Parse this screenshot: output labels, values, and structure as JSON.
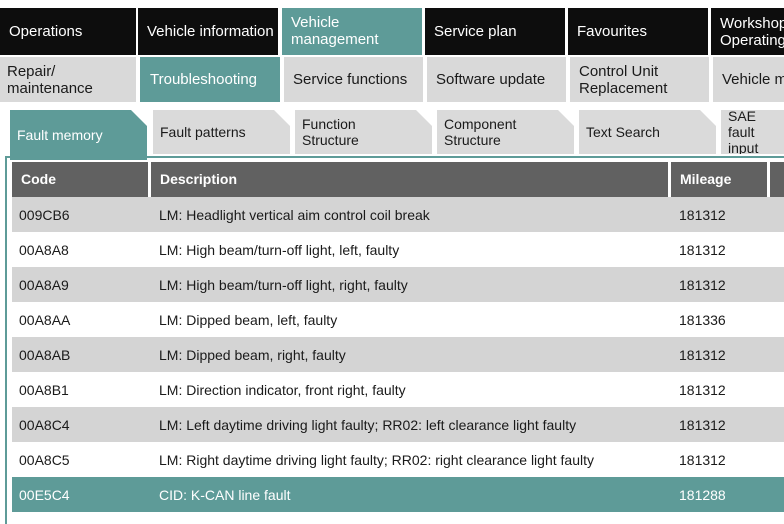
{
  "nav_main": [
    {
      "label": "Operations"
    },
    {
      "label": "Vehicle information"
    },
    {
      "label": "Vehicle\nmanagement"
    },
    {
      "label": "Service plan"
    },
    {
      "label": "Favourites"
    },
    {
      "label": "Workshop\nOperating"
    }
  ],
  "nav_sub": [
    {
      "label": "Repair/\nmaintenance"
    },
    {
      "label": "Troubleshooting"
    },
    {
      "label": "Service functions"
    },
    {
      "label": "Software update"
    },
    {
      "label": "Control Unit\nReplacement"
    },
    {
      "label": "Vehicle m"
    }
  ],
  "nav_func": [
    {
      "label": "Fault memory"
    },
    {
      "label": "Fault patterns"
    },
    {
      "label": "Function\nStructure"
    },
    {
      "label": "Component\nStructure"
    },
    {
      "label": "Text Search"
    },
    {
      "label": "SAE fault\ninput"
    }
  ],
  "table": {
    "headers": {
      "code": "Code",
      "description": "Description",
      "mileage": "Mileage"
    },
    "rows": [
      {
        "code": "009CB6",
        "description": "LM: Headlight vertical aim control coil break",
        "mileage": "181312"
      },
      {
        "code": "00A8A8",
        "description": "LM: High beam/turn-off light, left, faulty",
        "mileage": "181312"
      },
      {
        "code": "00A8A9",
        "description": "LM: High beam/turn-off light, right, faulty",
        "mileage": "181312"
      },
      {
        "code": "00A8AA",
        "description": "LM: Dipped beam, left, faulty",
        "mileage": "181336"
      },
      {
        "code": "00A8AB",
        "description": "LM: Dipped beam, right, faulty",
        "mileage": "181312"
      },
      {
        "code": "00A8B1",
        "description": "LM: Direction indicator, front right, faulty",
        "mileage": "181312"
      },
      {
        "code": "00A8C4",
        "description": "LM: Left daytime driving light faulty; RR02: left clearance light faulty",
        "mileage": "181312"
      },
      {
        "code": "00A8C5",
        "description": "LM: Right daytime driving light faulty; RR02: right clearance light faulty",
        "mileage": "181312"
      },
      {
        "code": "00E5C4",
        "description": "CID: K-CAN line fault",
        "mileage": "181288"
      }
    ]
  },
  "colors": {
    "accent": "#5e9b98",
    "nav_dark": "#0d0d0d",
    "header_grey": "#616161",
    "row_alt": "#d4d4d4"
  }
}
